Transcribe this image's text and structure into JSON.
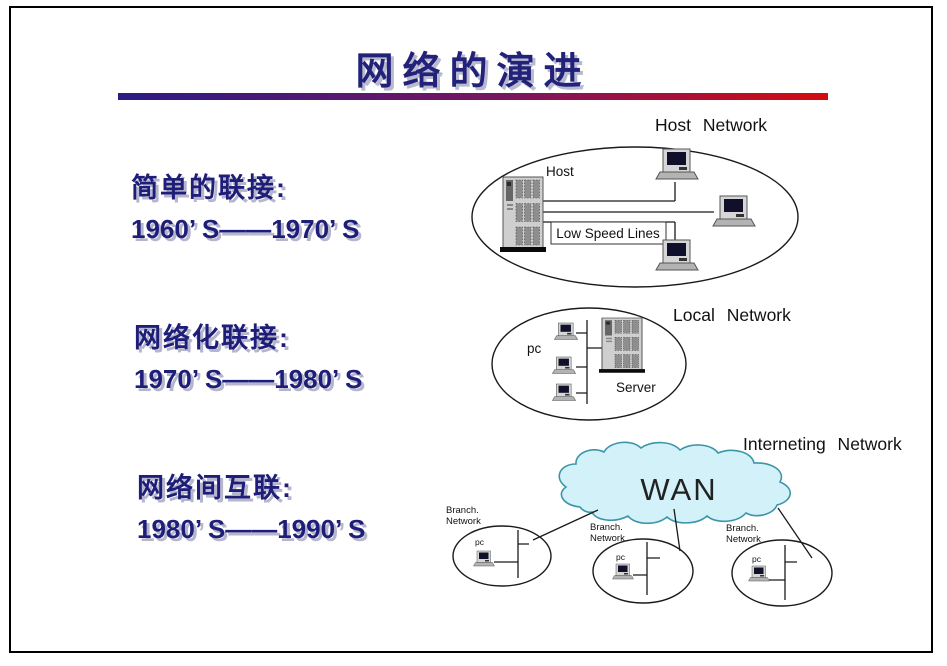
{
  "slide": {
    "title": "网络的演进",
    "colors": {
      "title_color": "#22227a",
      "gradient_left": "#2b1b85",
      "gradient_right": "#d40b10",
      "cloud_fill": "#d2f1f8",
      "cloud_stroke": "#3d95a8"
    }
  },
  "stages": [
    {
      "label": "简单的联接:",
      "years": "1960’ S——1970’ S"
    },
    {
      "label": "网络化联接:",
      "years": "1970’ S——1980’ S"
    },
    {
      "label": "网络间互联:",
      "years": "1980’ S——1990’ S"
    }
  ],
  "diagrams": {
    "host": {
      "title": "Host Network",
      "host_label": "Host",
      "low_speed_label": "Low Speed Lines"
    },
    "local": {
      "title": "Local Network",
      "pc_label": "pc",
      "server_label": "Server"
    },
    "wan": {
      "title": "Interneting Network",
      "cloud_label": "WAN",
      "branch_label_line1": "Branch.",
      "branch_label_line2": "Network",
      "pc_label": "pc"
    }
  }
}
